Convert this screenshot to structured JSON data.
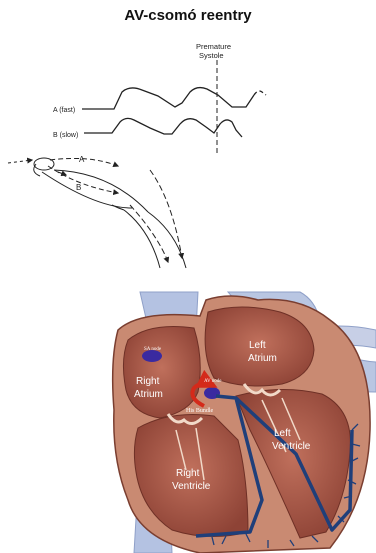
{
  "title": "AV-csomó reentry",
  "top_diagram": {
    "premature_label_line1": "Premature",
    "premature_label_line2": "Systole",
    "pathway_a_label": "A (fast)",
    "pathway_b_label": "B (slow)",
    "arrow_label_a": "A",
    "arrow_label_b": "B"
  },
  "heart": {
    "sa_node_label": "SA node",
    "av_node_label": "AV node",
    "his_bundle_label": "His Bundle",
    "left_atrium_line1": "Left",
    "left_atrium_line2": "Atrium",
    "right_atrium_line1": "Right",
    "right_atrium_line2": "Atrium",
    "left_ventricle_line1": "Left",
    "left_ventricle_line2": "Ventricle",
    "right_ventricle_line1": "Right",
    "right_ventricle_line2": "Ventricle",
    "colors": {
      "muscle": "#c98a72",
      "chamber": "#a8584a",
      "vessel": "#b9c6e2",
      "conduction": "#1f3f7a",
      "reentry_arrow": "#d42a1a",
      "node": "#3a2aa0"
    }
  }
}
